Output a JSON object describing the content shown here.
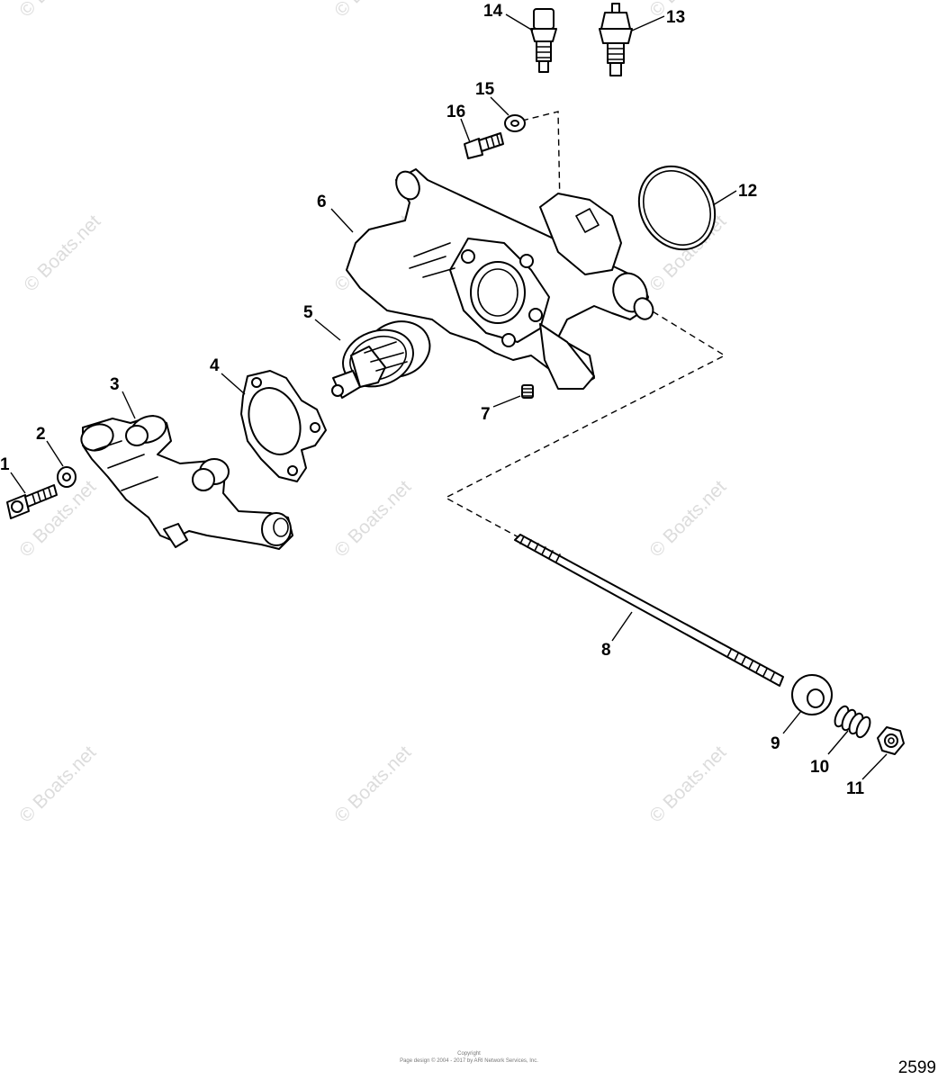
{
  "figure_number": "2599",
  "watermark_text": "© Boats.net",
  "copyright_lines": [
    "Copyright",
    "Page design © 2004 - 2017 by ARI Network Services, Inc."
  ],
  "callouts": [
    "1",
    "2",
    "3",
    "4",
    "5",
    "6",
    "7",
    "8",
    "9",
    "10",
    "11",
    "12",
    "13",
    "14",
    "15",
    "16"
  ],
  "colors": {
    "line": "#000000",
    "watermark": "#dcdcdc",
    "background": "#ffffff"
  }
}
